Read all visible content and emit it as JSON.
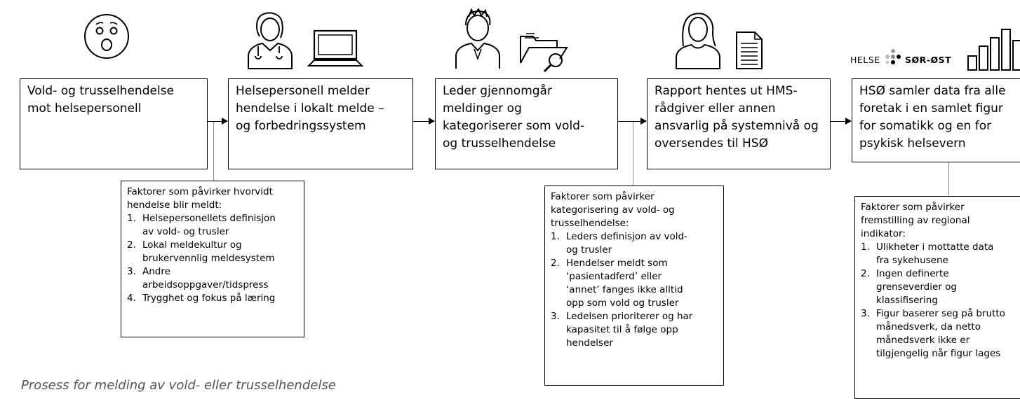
{
  "steps": [
    {
      "lines": [
        "Vold- og trusselhendelse",
        "mot helsepersonell"
      ]
    },
    {
      "lines": [
        "Helsepersonell melder",
        "hendelse i lokalt melde –",
        "og forbedringssystem"
      ]
    },
    {
      "lines": [
        "Leder gjennomgår",
        "meldinger og",
        "kategoriserer som vold-",
        "og trusselhendelse"
      ]
    },
    {
      "lines": [
        "Rapport hentes ut HMS-",
        "rådgiver eller annen",
        "ansvarlig på systemnivå og",
        "oversendes til HSØ"
      ]
    },
    {
      "lines": [
        "HSØ samler data fra alle",
        "foretak i en samlet figur",
        "for somatikk og en for",
        "psykisk helsevern"
      ]
    }
  ],
  "factors": [
    {
      "title_lines": [
        "Faktorer som påvirker hvorvidt",
        "hendelse blir meldt:"
      ],
      "items": [
        {
          "num": "1.",
          "lines": [
            "Helsepersonellets definisjon",
            "av vold- og trusler"
          ]
        },
        {
          "num": "2.",
          "lines": [
            "Lokal meldekultur og",
            "brukervennlig meldesystem"
          ]
        },
        {
          "num": "3.",
          "lines": [
            "Andre",
            "arbeidsoppgaver/tidspress"
          ]
        },
        {
          "num": "4.",
          "lines": [
            "Trygghet og fokus på læring"
          ]
        }
      ]
    },
    {
      "title_lines": [
        "Faktorer som påvirker",
        "kategorisering av vold- og",
        "trusselhendelse:"
      ],
      "items": [
        {
          "num": "1.",
          "lines": [
            "Leders definisjon av vold-",
            "og trusler"
          ]
        },
        {
          "num": "2.",
          "lines": [
            "Hendelser meldt som",
            "‘pasientadferd’ eller",
            "‘annet’ fanges ikke alltid",
            "opp som vold og trusler"
          ]
        },
        {
          "num": "3.",
          "lines": [
            "Ledelsen prioriterer og har",
            "kapasitet til å følge opp",
            "hendelser"
          ]
        }
      ]
    },
    {
      "title_lines": [
        "Faktorer som påvirker",
        "fremstilling av regional",
        "indikator:"
      ],
      "items": [
        {
          "num": "1.",
          "lines": [
            "Ulikheter i mottatte data",
            "fra sykehusene"
          ]
        },
        {
          "num": "2.",
          "lines": [
            "Ingen definerte",
            "grenseverdier og",
            "klassifisering"
          ]
        },
        {
          "num": "3.",
          "lines": [
            "Figur baserer seg på brutto",
            "månedsverk, da netto",
            "månedsverk ikke er",
            "tilgjengelig når figur lages"
          ]
        }
      ]
    }
  ],
  "logo": {
    "left": "HELSE",
    "right": "SØR-ØST"
  },
  "caption": "Prosess for melding av vold- eller trusselhendelse",
  "icons": [
    "shocked-face-icon",
    "doctor-icon",
    "laptop-icon",
    "person-icon",
    "folder-search-icon",
    "woman-icon",
    "document-icon",
    "bar-chart-icon"
  ]
}
